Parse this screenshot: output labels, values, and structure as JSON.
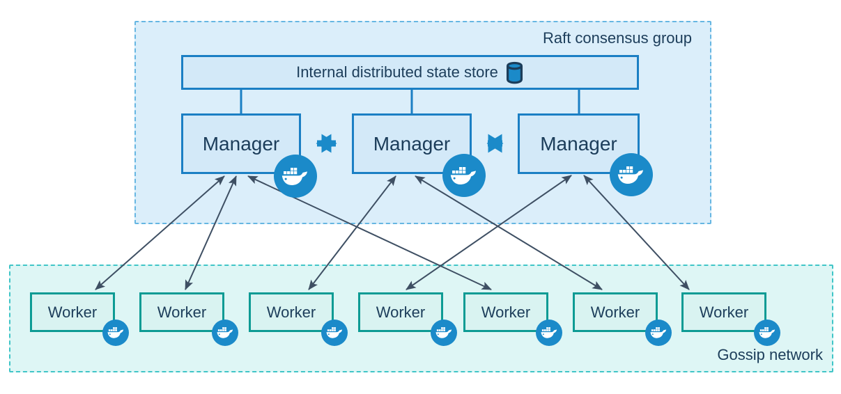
{
  "title": "Docker Swarm managers and workers architecture diagram",
  "colors": {
    "raft-fill": "#dbeefa",
    "raft-border": "#66b6e2",
    "blue-node-fill": "#d3e9f8",
    "blue-node-border": "#1b7fc4",
    "worker-fill": "#d9f3f1",
    "worker-border": "#0d9b94",
    "gossip-fill": "#def6f5",
    "gossip-border": "#40c5c7",
    "docker-blue": "#1b8ac9",
    "text-navy": "#1c3d5a",
    "arrow-dark": "#3e4f63",
    "page-bg": "#ffffff"
  },
  "raft_group": {
    "label": "Raft consensus group"
  },
  "state_store": {
    "label": "Internal distributed state store",
    "icon": "database-cylinder-icon"
  },
  "managers": [
    {
      "label": "Manager",
      "icon": "docker-whale-icon"
    },
    {
      "label": "Manager",
      "icon": "docker-whale-icon"
    },
    {
      "label": "Manager",
      "icon": "docker-whale-icon"
    }
  ],
  "workers": [
    {
      "label": "Worker",
      "icon": "docker-whale-icon"
    },
    {
      "label": "Worker",
      "icon": "docker-whale-icon"
    },
    {
      "label": "Worker",
      "icon": "docker-whale-icon"
    },
    {
      "label": "Worker",
      "icon": "docker-whale-icon"
    },
    {
      "label": "Worker",
      "icon": "docker-whale-icon"
    },
    {
      "label": "Worker",
      "icon": "docker-whale-icon"
    },
    {
      "label": "Worker",
      "icon": "docker-whale-icon"
    }
  ],
  "gossip_group": {
    "label": "Gossip network"
  },
  "connections": {
    "manager_to_manager": [
      "manager-1<->manager-2",
      "manager-2<->manager-3"
    ],
    "state_store_to_managers": [
      "manager-1",
      "manager-2",
      "manager-3"
    ],
    "manager_to_worker": [
      "manager-1<->worker-1",
      "manager-1<->worker-2",
      "manager-1<->worker-5",
      "manager-2<->worker-3",
      "manager-2<->worker-6",
      "manager-3<->worker-4",
      "manager-3<->worker-7"
    ]
  }
}
